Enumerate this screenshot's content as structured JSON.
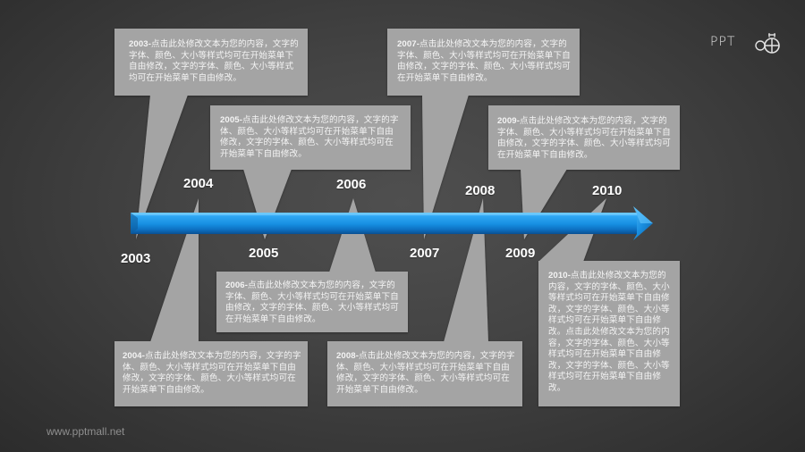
{
  "colors": {
    "background": "#3f3f3f",
    "callout_fill": "#a4a4a4",
    "callout_text": "#f4f4f4",
    "arrow_blue": "#1e8fe0",
    "arrow_dark": "#0f5fa8",
    "year_label": "#ffffff",
    "footer_text": "#8f8f8f"
  },
  "logo": {
    "text": "PPT",
    "icon": "stopwatch-circle-icon"
  },
  "timeline": {
    "arrow": "right-arrow",
    "years": [
      {
        "label": "2003",
        "position": "below"
      },
      {
        "label": "2004",
        "position": "above"
      },
      {
        "label": "2005",
        "position": "below"
      },
      {
        "label": "2006",
        "position": "above"
      },
      {
        "label": "2007",
        "position": "below"
      },
      {
        "label": "2008",
        "position": "above"
      },
      {
        "label": "2009",
        "position": "below"
      },
      {
        "label": "2010",
        "position": "above"
      }
    ]
  },
  "callouts": [
    {
      "year": "2003-",
      "body": "点击此处修改文本为您的内容，文字的字体、颜色、大小等样式均可在开始菜单下自由修改，文字的字体、颜色、大小等样式均可在开始菜单下自由修改。"
    },
    {
      "year": "2004-",
      "body": "点击此处修改文本为您的内容，文字的字体、颜色、大小等样式均可在开始菜单下自由修改，文字的字体、颜色、大小等样式均可在开始菜单下自由修改。"
    },
    {
      "year": "2005-",
      "body": "点击此处修改文本为您的内容，文字的字体、颜色、大小等样式均可在开始菜单下自由修改，文字的字体、颜色、大小等样式均可在开始菜单下自由修改。"
    },
    {
      "year": "2006-",
      "body": "点击此处修改文本为您的内容，文字的字体、颜色、大小等样式均可在开始菜单下自由修改，文字的字体、颜色、大小等样式均可在开始菜单下自由修改。"
    },
    {
      "year": "2007-",
      "body": "点击此处修改文本为您的内容，文字的字体、颜色、大小等样式均可在开始菜单下自由修改，文字的字体、颜色、大小等样式均可在开始菜单下自由修改。"
    },
    {
      "year": "2008-",
      "body": "点击此处修改文本为您的内容，文字的字体、颜色、大小等样式均可在开始菜单下自由修改，文字的字体、颜色、大小等样式均可在开始菜单下自由修改。"
    },
    {
      "year": "2009-",
      "body": "点击此处修改文本为您的内容，文字的字体、颜色、大小等样式均可在开始菜单下自由修改，文字的字体、颜色、大小等样式均可在开始菜单下自由修改。"
    },
    {
      "year": "2010-",
      "body": "点击此处修改文本为您的内容，文字的字体、颜色、大小等样式均可在开始菜单下自由修改，文字的字体、颜色、大小等样式均可在开始菜单下自由修改。点击此处修改文本为您的内容，文字的字体、颜色、大小等样式均可在开始菜单下自由修改，文字的字体、颜色、大小等样式均可在开始菜单下自由修改。"
    }
  ],
  "footer": {
    "url": "www.pptmall.net"
  }
}
